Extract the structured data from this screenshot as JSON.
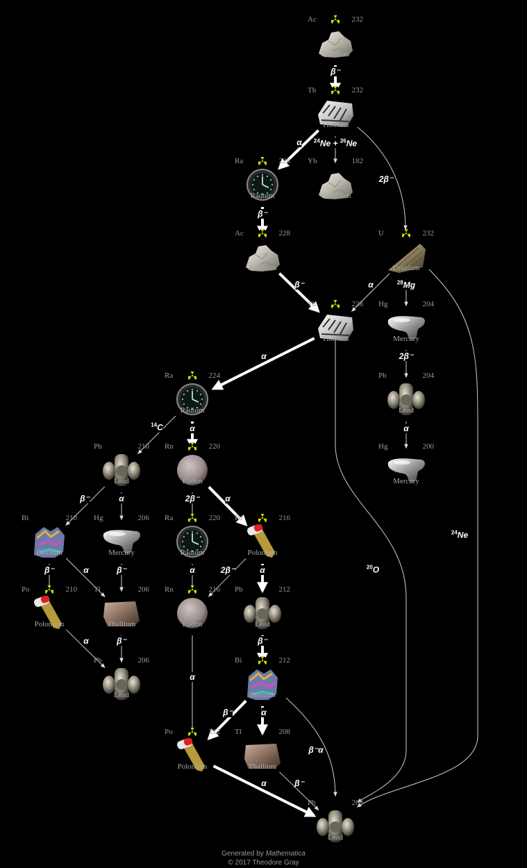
{
  "colors": {
    "background": "#000000",
    "edge": "#ffffff",
    "thin_edge": "#cfcfcf",
    "radiation": "#d8d800",
    "text": "#9a9a9a"
  },
  "nodes": [
    {
      "id": "ac232",
      "symbol": "Ac",
      "mass": "232",
      "name": "Actinium",
      "radioactive": true,
      "kind": "rock"
    },
    {
      "id": "th232",
      "symbol": "Th",
      "mass": "232",
      "name": "Thorium",
      "radioactive": true,
      "kind": "mantle"
    },
    {
      "id": "ra228",
      "symbol": "Ra",
      "mass": "228",
      "name": "Radium",
      "radioactive": true,
      "kind": "clock"
    },
    {
      "id": "yb182",
      "symbol": "Yb",
      "mass": "182",
      "name": "Ytterbium",
      "radioactive": false,
      "kind": "rock"
    },
    {
      "id": "ac228",
      "symbol": "Ac",
      "mass": "228",
      "name": "Actinium",
      "radioactive": true,
      "kind": "rock"
    },
    {
      "id": "u232",
      "symbol": "U",
      "mass": "232",
      "name": "Uranium",
      "radioactive": true,
      "kind": "metal"
    },
    {
      "id": "th228",
      "symbol": "Th",
      "mass": "228",
      "name": "Thorium",
      "radioactive": true,
      "kind": "mantle"
    },
    {
      "id": "hg204",
      "symbol": "Hg",
      "mass": "204",
      "name": "Mercury",
      "radioactive": false,
      "kind": "mercury"
    },
    {
      "id": "ra224",
      "symbol": "Ra",
      "mass": "224",
      "name": "Radium",
      "radioactive": true,
      "kind": "clock"
    },
    {
      "id": "pb204",
      "symbol": "Pb",
      "mass": "204",
      "name": "Lead",
      "radioactive": false,
      "kind": "lead"
    },
    {
      "id": "pb210",
      "symbol": "Pb",
      "mass": "210",
      "name": "Lead",
      "radioactive": false,
      "kind": "lead"
    },
    {
      "id": "rn220",
      "symbol": "Rn",
      "mass": "220",
      "name": "Radon",
      "radioactive": true,
      "kind": "sphere"
    },
    {
      "id": "hg200",
      "symbol": "Hg",
      "mass": "200",
      "name": "Mercury",
      "radioactive": false,
      "kind": "mercury"
    },
    {
      "id": "bi210",
      "symbol": "Bi",
      "mass": "210",
      "name": "Bismuth",
      "radioactive": false,
      "kind": "bismuth"
    },
    {
      "id": "hg206",
      "symbol": "Hg",
      "mass": "206",
      "name": "Mercury",
      "radioactive": false,
      "kind": "mercury"
    },
    {
      "id": "ra220",
      "symbol": "Ra",
      "mass": "220",
      "name": "Radium",
      "radioactive": true,
      "kind": "clock"
    },
    {
      "id": "po216",
      "symbol": "Po",
      "mass": "216",
      "name": "Polonium",
      "radioactive": true,
      "kind": "polonium"
    },
    {
      "id": "po210",
      "symbol": "Po",
      "mass": "210",
      "name": "Polonium",
      "radioactive": true,
      "kind": "polonium"
    },
    {
      "id": "tl206",
      "symbol": "Tl",
      "mass": "206",
      "name": "Thallium",
      "radioactive": false,
      "kind": "thallium"
    },
    {
      "id": "rn216",
      "symbol": "Rn",
      "mass": "216",
      "name": "Radon",
      "radioactive": true,
      "kind": "sphere"
    },
    {
      "id": "pb212",
      "symbol": "Pb",
      "mass": "212",
      "name": "Lead",
      "radioactive": false,
      "kind": "lead"
    },
    {
      "id": "pb206",
      "symbol": "Pb",
      "mass": "206",
      "name": "Lead",
      "radioactive": false,
      "kind": "lead"
    },
    {
      "id": "bi212",
      "symbol": "Bi",
      "mass": "212",
      "name": "Bismuth",
      "radioactive": true,
      "kind": "bismuth"
    },
    {
      "id": "po212",
      "symbol": "Po",
      "mass": "212",
      "name": "Polonium",
      "radioactive": true,
      "kind": "polonium"
    },
    {
      "id": "tl208",
      "symbol": "Tl",
      "mass": "208",
      "name": "Thallium",
      "radioactive": false,
      "kind": "thallium"
    },
    {
      "id": "pb208",
      "symbol": "Pb",
      "mass": "208",
      "name": "Lead",
      "radioactive": false,
      "kind": "lead"
    }
  ],
  "edges": [
    {
      "from": "ac232",
      "to": "th232",
      "label": "β⁻",
      "strength": "strong"
    },
    {
      "from": "th232",
      "to": "ra228",
      "label": "α",
      "strength": "strong"
    },
    {
      "from": "th232",
      "to": "yb182",
      "label": "²⁴Ne + ²⁶Ne",
      "strength": "thin"
    },
    {
      "from": "th232",
      "to": "u232",
      "label": "2β⁻",
      "strength": "thin"
    },
    {
      "from": "ra228",
      "to": "ac228",
      "label": "β⁻",
      "strength": "strong"
    },
    {
      "from": "ac228",
      "to": "th228",
      "label": "β⁻",
      "strength": "strong"
    },
    {
      "from": "u232",
      "to": "th228",
      "label": "α",
      "strength": "thin"
    },
    {
      "from": "u232",
      "to": "hg204",
      "label": "²⁸Mg",
      "strength": "thin"
    },
    {
      "from": "u232",
      "to": "pb208",
      "label": "²⁴Ne",
      "strength": "thin"
    },
    {
      "from": "th228",
      "to": "ra224",
      "label": "α",
      "strength": "strong"
    },
    {
      "from": "th228",
      "to": "pb208",
      "label": "²⁰O",
      "strength": "thin"
    },
    {
      "from": "hg204",
      "to": "pb204",
      "label": "2β⁻",
      "strength": "thin"
    },
    {
      "from": "pb204",
      "to": "hg200",
      "label": "α",
      "strength": "thin"
    },
    {
      "from": "ra224",
      "to": "pb210",
      "label": "¹⁴C",
      "strength": "thin"
    },
    {
      "from": "ra224",
      "to": "rn220",
      "label": "α",
      "strength": "strong"
    },
    {
      "from": "pb210",
      "to": "bi210",
      "label": "β⁻",
      "strength": "thin"
    },
    {
      "from": "pb210",
      "to": "hg206",
      "label": "α",
      "strength": "thin"
    },
    {
      "from": "rn220",
      "to": "ra220",
      "label": "2β⁻",
      "strength": "thin"
    },
    {
      "from": "rn220",
      "to": "po216",
      "label": "α",
      "strength": "strong"
    },
    {
      "from": "bi210",
      "to": "po210",
      "label": "β⁻",
      "strength": "thin"
    },
    {
      "from": "bi210",
      "to": "tl206",
      "label": "α",
      "strength": "thin"
    },
    {
      "from": "hg206",
      "to": "tl206",
      "label": "β⁻",
      "strength": "thin"
    },
    {
      "from": "ra220",
      "to": "rn216",
      "label": "α",
      "strength": "thin"
    },
    {
      "from": "po216",
      "to": "rn216",
      "label": "2β⁻",
      "strength": "thin"
    },
    {
      "from": "po216",
      "to": "pb212",
      "label": "α",
      "strength": "strong"
    },
    {
      "from": "po210",
      "to": "pb206",
      "label": "α",
      "strength": "thin"
    },
    {
      "from": "tl206",
      "to": "pb206",
      "label": "β⁻",
      "strength": "thin"
    },
    {
      "from": "pb212",
      "to": "bi212",
      "label": "β⁻",
      "strength": "strong"
    },
    {
      "from": "rn216",
      "to": "po212",
      "label": "α",
      "strength": "thin"
    },
    {
      "from": "bi212",
      "to": "po212",
      "label": "β⁻",
      "strength": "strong"
    },
    {
      "from": "bi212",
      "to": "tl208",
      "label": "α",
      "strength": "strong"
    },
    {
      "from": "bi212",
      "to": "pb208",
      "label": "β⁻α",
      "strength": "thin"
    },
    {
      "from": "po212",
      "to": "pb208",
      "label": "α",
      "strength": "strong"
    },
    {
      "from": "tl208",
      "to": "pb208",
      "label": "β⁻",
      "strength": "thin"
    }
  ],
  "footer": {
    "generated_prefix": "Generated by ",
    "generated_app": "Mathematica",
    "copyright": "© 2017 Theodore Gray"
  }
}
